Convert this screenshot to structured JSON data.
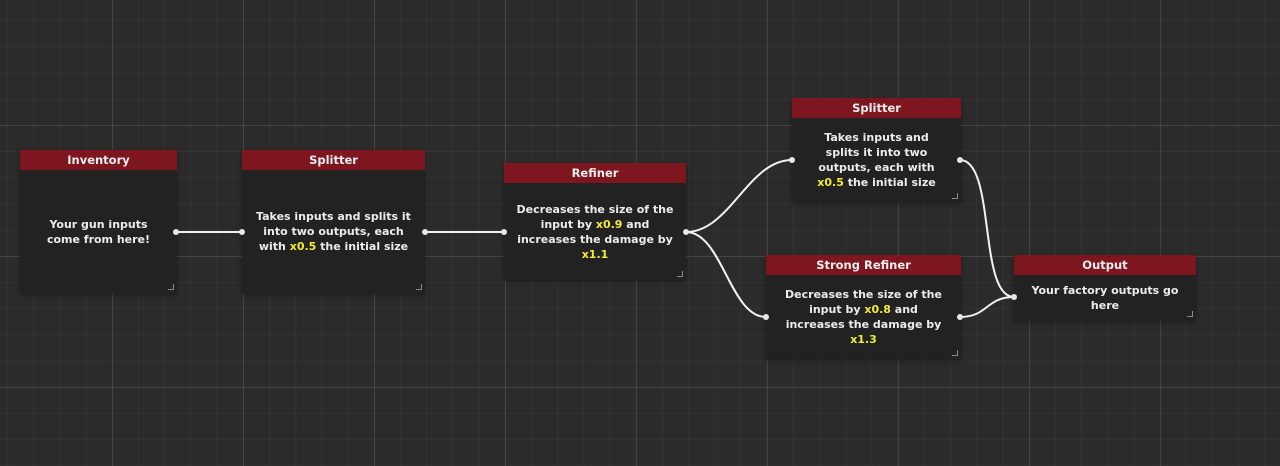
{
  "nodes": {
    "inventory": {
      "title": "Inventory",
      "desc_1": "Your gun inputs come from here!"
    },
    "splitter_1": {
      "title": "Splitter",
      "desc_1": "Takes inputs and splits it into two outputs, each with ",
      "value": "x0.5",
      "desc_2": " the initial size"
    },
    "refiner": {
      "title": "Refiner",
      "desc_1": "Decreases the size of the input by ",
      "size_value": "x0.9",
      "desc_2": " and increases the damage by ",
      "damage_value": "x1.1"
    },
    "splitter_2": {
      "title": "Splitter",
      "desc_1": "Takes inputs and splits it into two outputs, each with ",
      "value": "x0.5",
      "desc_2": " the initial size"
    },
    "strong_refiner": {
      "title": "Strong Refiner",
      "desc_1": "Decreases the size of the input by ",
      "size_value": "x0.8",
      "desc_2": " and increases the damage by ",
      "damage_value": "x1.3"
    },
    "output": {
      "title": "Output",
      "desc_1": "Your factory outputs go here"
    }
  },
  "colors": {
    "header": "#7e1620",
    "node_body": "#222222",
    "highlight": "#f0ec3a",
    "wire": "#f2f2f2"
  }
}
